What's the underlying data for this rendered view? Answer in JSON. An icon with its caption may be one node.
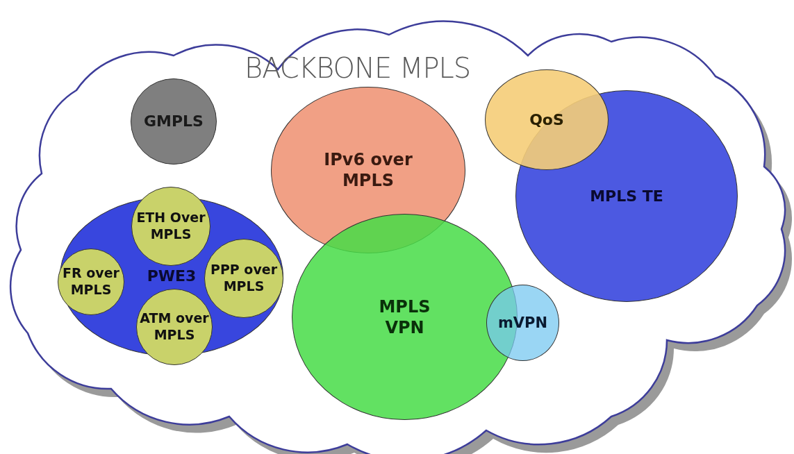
{
  "diagram": {
    "nodes": [
      {
        "text": [
          "BACKBONE MPLS"
        ]
      },
      {
        "text": [
          "GMPLS"
        ],
        "in": 0
      },
      {
        "text": [
          "IPv6 over MPLS"
        ],
        "in": 0
      },
      {
        "text": [
          "QoS"
        ],
        "in": 0
      },
      {
        "text": [
          "MPLS TE"
        ],
        "in": 0
      },
      {
        "text": [
          "PWE3"
        ],
        "in": 0
      },
      {
        "text": [
          "ETH Over MPLS"
        ],
        "in": 5
      },
      {
        "text": [
          "FR over MPLS"
        ],
        "in": 5
      },
      {
        "text": [
          "PPP over MPLS"
        ],
        "in": 5
      },
      {
        "text": [
          "ATM over MPLS"
        ],
        "in": 5
      },
      {
        "text": [
          "MPLS VPN"
        ],
        "in": 0
      },
      {
        "text": [
          "mVPN"
        ],
        "in": 0
      }
    ]
  }
}
